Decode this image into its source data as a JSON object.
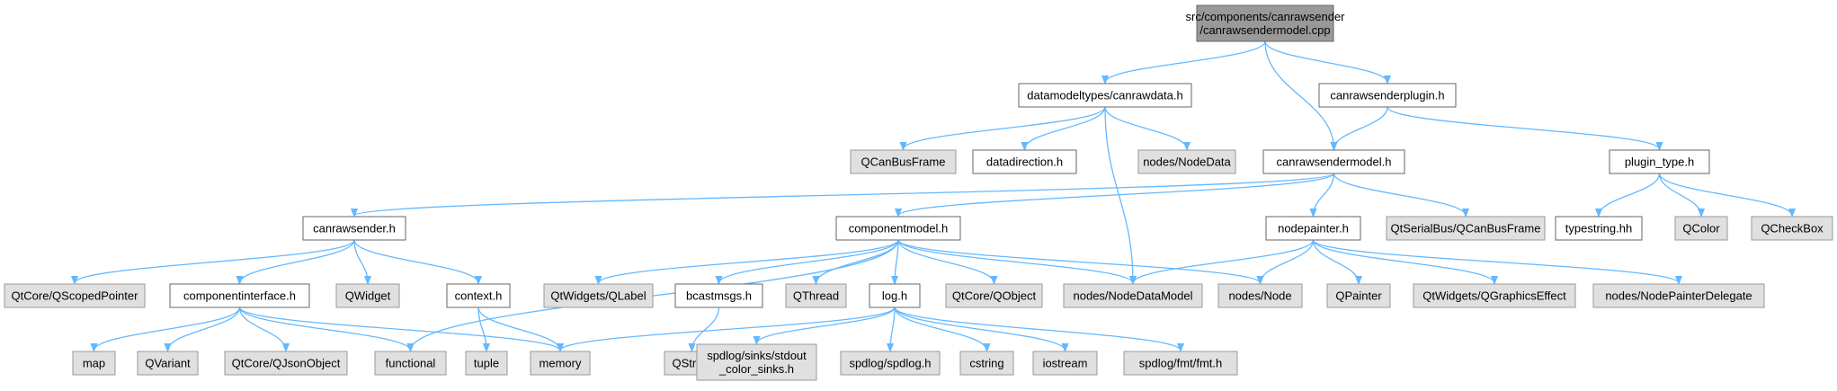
{
  "graph": {
    "nodes": [
      {
        "id": "root",
        "lines": [
          "src/components/canrawsender",
          "/canrawsendermodel.cpp"
        ],
        "style": "root"
      },
      {
        "id": "canrawdata",
        "lines": [
          "datamodeltypes/canrawdata.h"
        ],
        "style": "local"
      },
      {
        "id": "canrawsenderplugin",
        "lines": [
          "canrawsenderplugin.h"
        ],
        "style": "local"
      },
      {
        "id": "qcanbusframe",
        "lines": [
          "QCanBusFrame"
        ],
        "style": "ext"
      },
      {
        "id": "datadirection",
        "lines": [
          "datadirection.h"
        ],
        "style": "local"
      },
      {
        "id": "nodedata",
        "lines": [
          "nodes/NodeData"
        ],
        "style": "ext"
      },
      {
        "id": "canrawsendermodel",
        "lines": [
          "canrawsendermodel.h"
        ],
        "style": "local"
      },
      {
        "id": "plugin_type",
        "lines": [
          "plugin_type.h"
        ],
        "style": "local"
      },
      {
        "id": "canrawsender",
        "lines": [
          "canrawsender.h"
        ],
        "style": "local"
      },
      {
        "id": "componentmodel",
        "lines": [
          "componentmodel.h"
        ],
        "style": "local"
      },
      {
        "id": "nodepainter",
        "lines": [
          "nodepainter.h"
        ],
        "style": "local"
      },
      {
        "id": "qtserialbus",
        "lines": [
          "QtSerialBus/QCanBusFrame"
        ],
        "style": "ext"
      },
      {
        "id": "typestring",
        "lines": [
          "typestring.hh"
        ],
        "style": "local"
      },
      {
        "id": "qcolor",
        "lines": [
          "QColor"
        ],
        "style": "ext"
      },
      {
        "id": "qcheckbox",
        "lines": [
          "QCheckBox"
        ],
        "style": "ext"
      },
      {
        "id": "qscopedpointer",
        "lines": [
          "QtCore/QScopedPointer"
        ],
        "style": "ext"
      },
      {
        "id": "componentinterface",
        "lines": [
          "componentinterface.h"
        ],
        "style": "local"
      },
      {
        "id": "qwidget",
        "lines": [
          "QWidget"
        ],
        "style": "ext"
      },
      {
        "id": "context",
        "lines": [
          "context.h"
        ],
        "style": "local"
      },
      {
        "id": "qlabel",
        "lines": [
          "QtWidgets/QLabel"
        ],
        "style": "ext"
      },
      {
        "id": "bcastmsgs",
        "lines": [
          "bcastmsgs.h"
        ],
        "style": "local"
      },
      {
        "id": "qthread",
        "lines": [
          "QThread"
        ],
        "style": "ext"
      },
      {
        "id": "log",
        "lines": [
          "log.h"
        ],
        "style": "local"
      },
      {
        "id": "qobject",
        "lines": [
          "QtCore/QObject"
        ],
        "style": "ext"
      },
      {
        "id": "nodedatamodel",
        "lines": [
          "nodes/NodeDataModel"
        ],
        "style": "ext"
      },
      {
        "id": "node",
        "lines": [
          "nodes/Node"
        ],
        "style": "ext"
      },
      {
        "id": "qpainter",
        "lines": [
          "QPainter"
        ],
        "style": "ext"
      },
      {
        "id": "qgraphicseffect",
        "lines": [
          "QtWidgets/QGraphicsEffect"
        ],
        "style": "ext"
      },
      {
        "id": "nodepainterdelegate",
        "lines": [
          "nodes/NodePainterDelegate"
        ],
        "style": "ext"
      },
      {
        "id": "map",
        "lines": [
          "map"
        ],
        "style": "ext"
      },
      {
        "id": "qvariant",
        "lines": [
          "QVariant"
        ],
        "style": "ext"
      },
      {
        "id": "qjsonobject",
        "lines": [
          "QtCore/QJsonObject"
        ],
        "style": "ext"
      },
      {
        "id": "functional",
        "lines": [
          "functional"
        ],
        "style": "ext"
      },
      {
        "id": "tuple",
        "lines": [
          "tuple"
        ],
        "style": "ext"
      },
      {
        "id": "memory",
        "lines": [
          "memory"
        ],
        "style": "ext"
      },
      {
        "id": "qstring",
        "lines": [
          "QString"
        ],
        "style": "ext"
      },
      {
        "id": "stdout_sinks",
        "lines": [
          "spdlog/sinks/stdout",
          "_color_sinks.h"
        ],
        "style": "ext"
      },
      {
        "id": "spdlog",
        "lines": [
          "spdlog/spdlog.h"
        ],
        "style": "ext"
      },
      {
        "id": "cstring",
        "lines": [
          "cstring"
        ],
        "style": "ext"
      },
      {
        "id": "iostream",
        "lines": [
          "iostream"
        ],
        "style": "ext"
      },
      {
        "id": "fmt",
        "lines": [
          "spdlog/fmt/fmt.h"
        ],
        "style": "ext"
      }
    ],
    "edges": [
      [
        "root",
        "canrawdata"
      ],
      [
        "root",
        "canrawsenderplugin"
      ],
      [
        "root",
        "canrawsendermodel"
      ],
      [
        "canrawdata",
        "qcanbusframe"
      ],
      [
        "canrawdata",
        "datadirection"
      ],
      [
        "canrawdata",
        "nodedata"
      ],
      [
        "canrawdata",
        "nodedatamodel"
      ],
      [
        "canrawsenderplugin",
        "canrawsendermodel"
      ],
      [
        "canrawsenderplugin",
        "plugin_type"
      ],
      [
        "canrawsendermodel",
        "canrawsender"
      ],
      [
        "canrawsendermodel",
        "componentmodel"
      ],
      [
        "canrawsendermodel",
        "nodepainter"
      ],
      [
        "canrawsendermodel",
        "qtserialbus"
      ],
      [
        "plugin_type",
        "typestring"
      ],
      [
        "plugin_type",
        "qcolor"
      ],
      [
        "plugin_type",
        "qcheckbox"
      ],
      [
        "canrawsender",
        "qscopedpointer"
      ],
      [
        "canrawsender",
        "componentinterface"
      ],
      [
        "canrawsender",
        "qwidget"
      ],
      [
        "canrawsender",
        "context"
      ],
      [
        "componentmodel",
        "functional"
      ],
      [
        "componentmodel",
        "qlabel"
      ],
      [
        "componentmodel",
        "bcastmsgs"
      ],
      [
        "componentmodel",
        "qthread"
      ],
      [
        "componentmodel",
        "log"
      ],
      [
        "componentmodel",
        "qobject"
      ],
      [
        "componentmodel",
        "nodedatamodel"
      ],
      [
        "componentmodel",
        "node"
      ],
      [
        "nodepainter",
        "nodedatamodel"
      ],
      [
        "nodepainter",
        "node"
      ],
      [
        "nodepainter",
        "qpainter"
      ],
      [
        "nodepainter",
        "qgraphicseffect"
      ],
      [
        "nodepainter",
        "nodepainterdelegate"
      ],
      [
        "componentinterface",
        "map"
      ],
      [
        "componentinterface",
        "qvariant"
      ],
      [
        "componentinterface",
        "qjsonobject"
      ],
      [
        "componentinterface",
        "functional"
      ],
      [
        "componentinterface",
        "memory"
      ],
      [
        "context",
        "tuple"
      ],
      [
        "context",
        "memory"
      ],
      [
        "bcastmsgs",
        "qstring"
      ],
      [
        "log",
        "memory"
      ],
      [
        "log",
        "stdout_sinks"
      ],
      [
        "log",
        "spdlog"
      ],
      [
        "log",
        "cstring"
      ],
      [
        "log",
        "iostream"
      ],
      [
        "log",
        "fmt"
      ]
    ],
    "colors": {
      "edge": "#63b8ff",
      "root_fill": "#999999",
      "local_fill": "#ffffff",
      "external_fill": "#e0e0e0",
      "border": "#666666"
    }
  }
}
